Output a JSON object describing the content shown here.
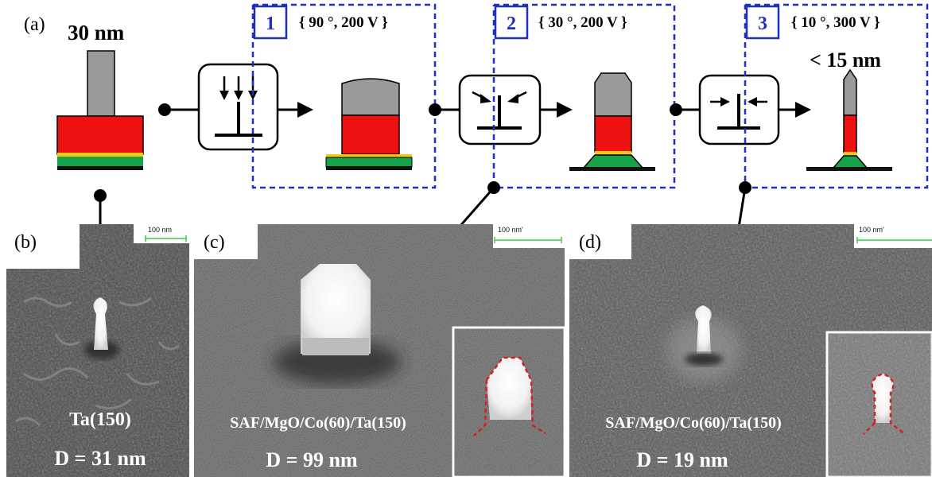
{
  "panel_a": {
    "label": "(a)",
    "initial_thickness": "30 nm",
    "final_thickness": "< 15 nm",
    "steps": [
      {
        "number": "1",
        "params": "{ 90 °, 200 V }"
      },
      {
        "number": "2",
        "params": "{ 30 °, 200 V }"
      },
      {
        "number": "3",
        "params": "{ 10 °, 300 V }"
      }
    ]
  },
  "panels": [
    {
      "label": "(b)",
      "scale_bar": "100 nm",
      "material": "Ta(150)",
      "diameter": "D = 31 nm"
    },
    {
      "label": "(c)",
      "scale_bar": "100 nm'",
      "material": "SAF/MgO/Co(60)/Ta(150)",
      "diameter": "D = 99 nm"
    },
    {
      "label": "(d)",
      "scale_bar": "100 nm'",
      "material": "SAF/MgO/Co(60)/Ta(150)",
      "diameter": "D = 19 nm"
    }
  ],
  "colors": {
    "cap": "#9a9a9a",
    "layer_red": "#ee1111",
    "layer_yellow": "#f5c518",
    "layer_green": "#17a34a",
    "substrate": "#111111",
    "dashed_box": "#1f2fbf",
    "scale_bar": "#39d13a",
    "inset_outline": "#d42020"
  }
}
